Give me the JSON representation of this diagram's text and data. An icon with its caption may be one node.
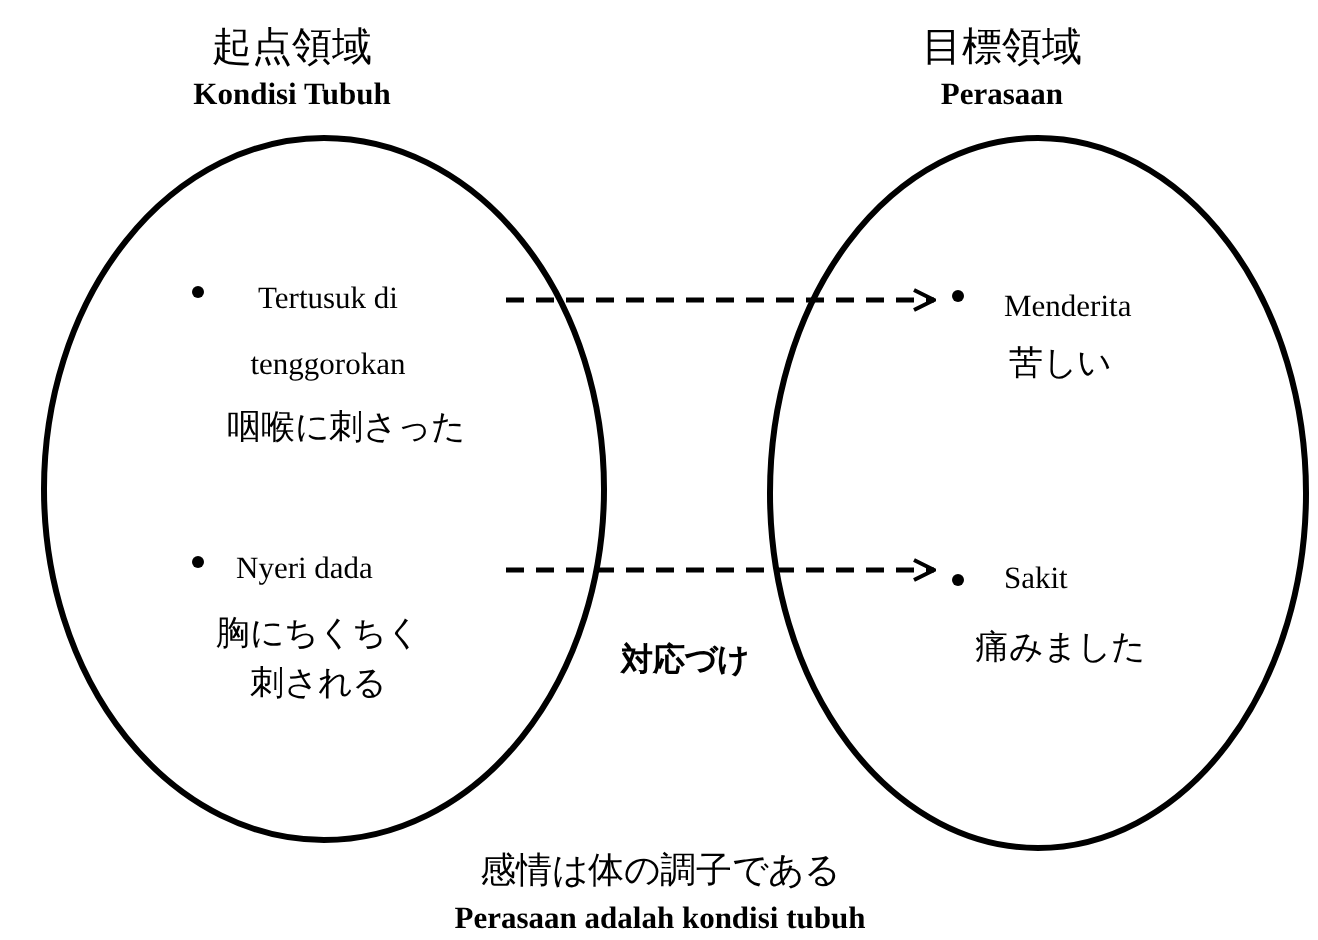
{
  "diagram": {
    "nodes": [
      {
        "text": [
          "起点領域",
          "Kondisi Tubuh"
        ]
      },
      {
        "text": [
          "Tertusuk di tenggorokan",
          "咽喉に刺さった"
        ],
        "in": 0
      },
      {
        "text": [
          "Nyeri dada",
          "胸にちくちく刺される"
        ],
        "in": 0
      },
      {
        "text": [
          "目標領域",
          "Perasaan"
        ]
      },
      {
        "text": [
          "Menderita",
          "苦しい"
        ],
        "in": 3
      },
      {
        "text": [
          "Sakit",
          "痛みました"
        ],
        "in": 3
      }
    ],
    "edges": [
      {
        "from": 1,
        "to": 4,
        "arrow": "to",
        "style": "dashed"
      },
      {
        "from": 2,
        "to": 5,
        "arrow": "to",
        "style": "dashed"
      }
    ],
    "labels": [
      "対応づけ",
      "感情は体の調子である",
      "Perasaan adalah kondisi tubuh"
    ]
  }
}
